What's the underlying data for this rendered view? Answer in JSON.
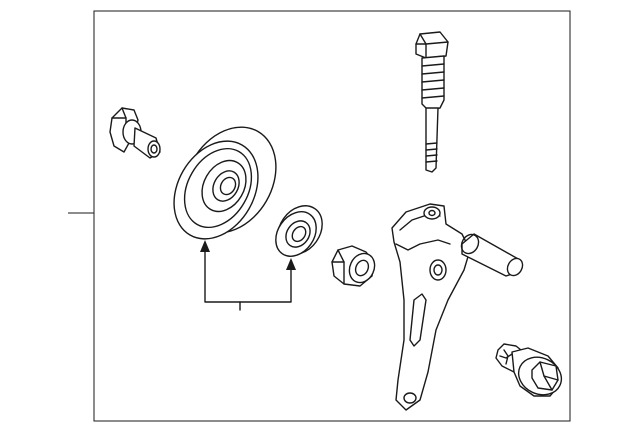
{
  "diagram": {
    "line_color": "#1a1a1a",
    "background": "#ffffff",
    "parts": [
      {
        "name": "bolt",
        "icon": "bolt-icon"
      },
      {
        "name": "idler-pulley",
        "icon": "pulley-icon"
      },
      {
        "name": "bearing",
        "icon": "bearing-icon"
      },
      {
        "name": "nut",
        "icon": "nut-icon"
      },
      {
        "name": "bracket",
        "icon": "bracket-icon"
      },
      {
        "name": "stud-bolt",
        "icon": "stud-bolt-icon"
      },
      {
        "name": "flange-bolt",
        "icon": "flange-bolt-icon"
      }
    ],
    "callouts": []
  }
}
